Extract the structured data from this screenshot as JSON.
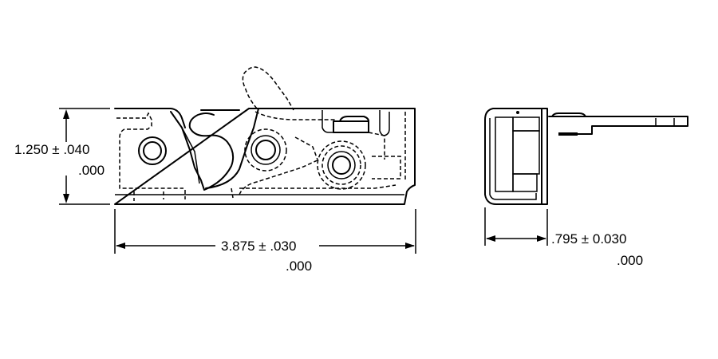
{
  "drawing": {
    "type": "technical drawing",
    "subject": "rotary latch",
    "views": [
      {
        "name": "front-view"
      },
      {
        "name": "side-view"
      }
    ]
  },
  "dimensions": {
    "height": {
      "nominal": "1.250",
      "tol_sign": "±",
      "upper_tol": ".040",
      "lower_tol": ".000"
    },
    "length": {
      "nominal": "3.875",
      "tol_sign": "±",
      "upper_tol": ".030",
      "lower_tol": ".000"
    },
    "depth": {
      "nominal": ".795",
      "tol_sign": "±",
      "upper_tol": "0.030",
      "lower_tol": ".000"
    }
  },
  "labels": {
    "height_line1": "1.250 ± .040",
    "height_line2": ".000",
    "length_line1": "3.875 ± .030",
    "length_line2": ".000",
    "depth_line1": ".795 ± 0.030",
    "depth_line2": ".000"
  },
  "colors": {
    "ink": "#000000",
    "paper": "#ffffff"
  }
}
